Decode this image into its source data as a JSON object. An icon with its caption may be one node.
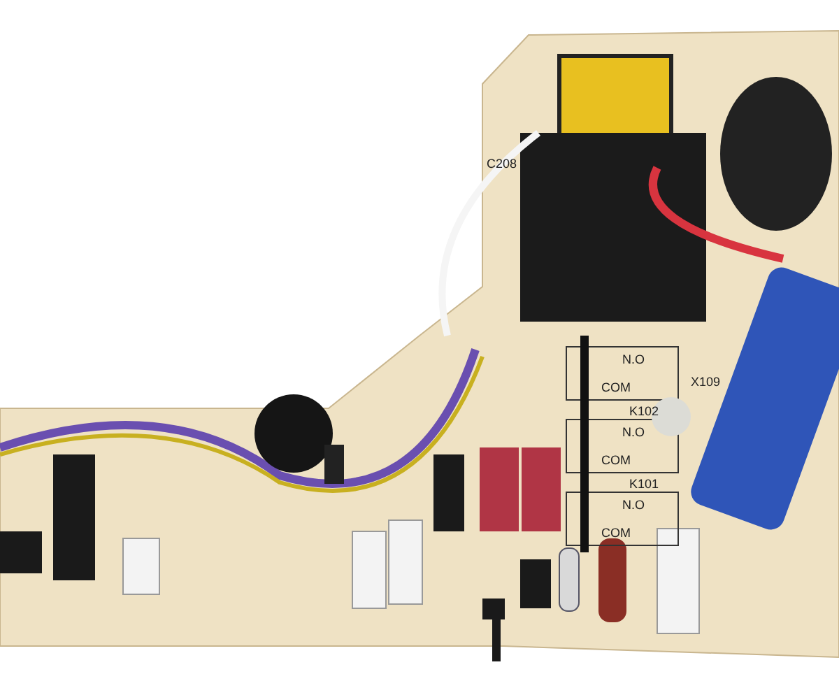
{
  "diagram": {
    "labels": [
      "C208",
      "N.O",
      "COM",
      "K102",
      "N.O",
      "COM",
      "K101",
      "N.O",
      "COM",
      "X109"
    ]
  }
}
